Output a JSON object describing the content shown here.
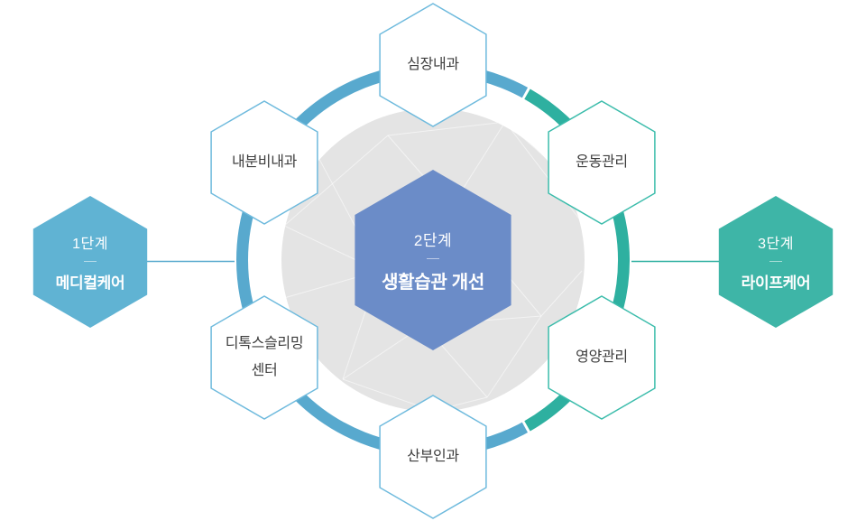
{
  "diagram": {
    "stages": {
      "stage1": {
        "step": "1단계",
        "label": "메디컬케어"
      },
      "stage2": {
        "step": "2단계",
        "label": "생활습관 개선"
      },
      "stage3": {
        "step": "3단계",
        "label": "라이프케어"
      }
    },
    "satellites": {
      "cardiology": {
        "line1": "심장내과"
      },
      "exercise": {
        "line1": "운동관리"
      },
      "nutrition": {
        "line1": "영양관리"
      },
      "obgyn": {
        "line1": "산부인과"
      },
      "detox": {
        "line1": "디톡스슬리밍",
        "line2": "센터"
      },
      "endocrine": {
        "line1": "내분비내과"
      }
    },
    "colors": {
      "blue_ring": "#58a9ce",
      "blue_hex_border": "#6ebadd",
      "blue_hex_fill": "#60b3d3",
      "teal_ring": "#2eb0a0",
      "teal_hex_border": "#3bbcab",
      "teal_hex_fill": "#3eb5a7",
      "center_hex_fill": "#6b8cc8",
      "inner_circle_fill": "#e4e4e4",
      "satellite_text": "#3d3d3d",
      "stage_text": "#ffffff"
    }
  }
}
